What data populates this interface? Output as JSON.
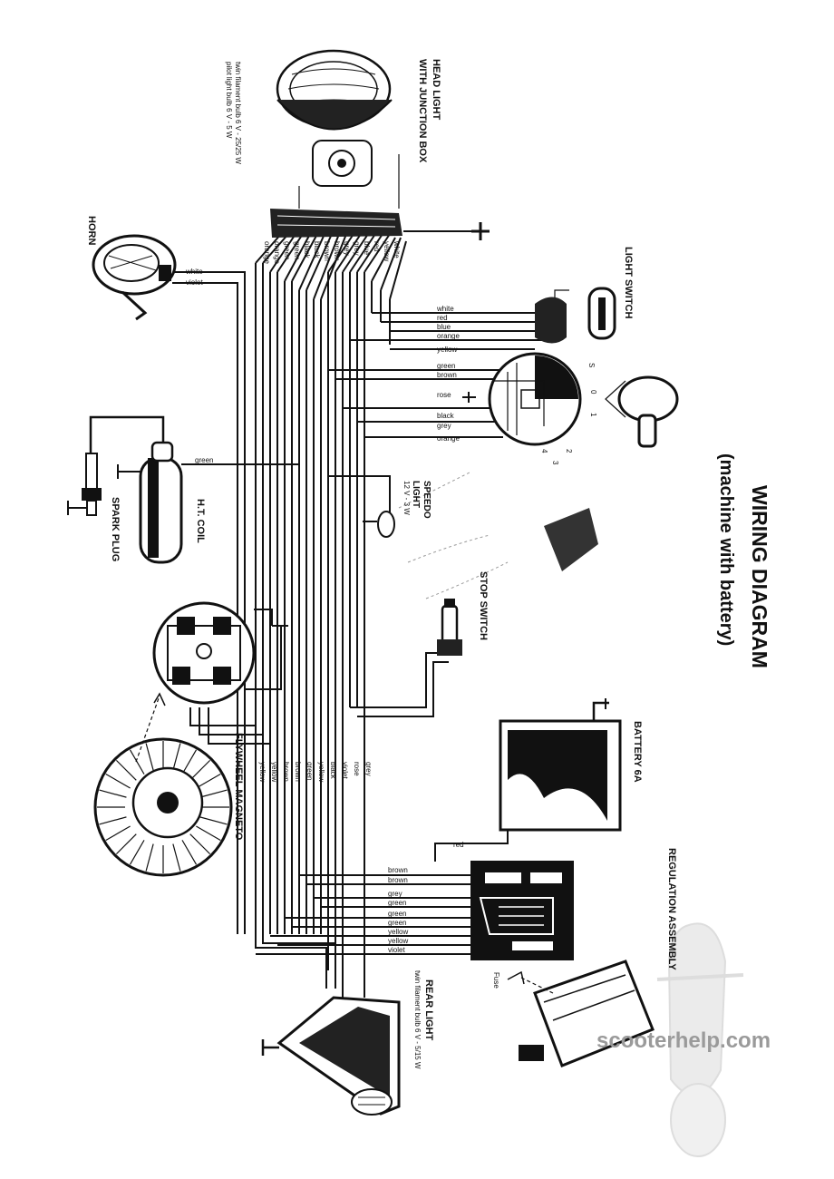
{
  "title": {
    "main": "WIRING DIAGRAM",
    "sub": "(machine with battery)"
  },
  "components": {
    "head_light": {
      "line1": "HEAD LIGHT",
      "line2": "WITH JUNCTION BOX",
      "note1": "twin filament bulb 6 V - 25/25 W",
      "note2": "pilot light bulb 6 V - 5 W"
    },
    "horn": "HORN",
    "light_switch": "LIGHT SWITCH",
    "ht_coil": "H.T. COIL",
    "spark_plug": "SPARK PLUG",
    "speedo_light": {
      "line1": "SPEEDO",
      "line2": "LIGHT",
      "note": "12 V - 3 W"
    },
    "stop_switch": "STOP SWITCH",
    "flywheel_magneto": "FLYWHEEL MAGNETO",
    "battery": "BATTERY 6A",
    "regulation_assembly": "REGULATION ASSEMBLY",
    "fuse": "Fuse",
    "rear_light": {
      "line1": "REAR LIGHT",
      "note": "twin filament bulb 6 V - 5/15 W"
    }
  },
  "switch_terminals": [
    "S",
    "0",
    "1",
    "2",
    "3",
    "4"
  ],
  "wire_labels": {
    "horn": [
      "white",
      "violet"
    ],
    "head_fan": [
      "orange",
      "orange",
      "green",
      "green",
      "black",
      "black",
      "brown",
      "brown",
      "grey",
      "grey",
      "blue",
      "red",
      "yellow",
      "white"
    ],
    "light_switch": [
      "white",
      "red",
      "blue",
      "orange",
      "yellow"
    ],
    "main_switch": [
      "green",
      "brown",
      "rose",
      "black",
      "grey",
      "orange"
    ],
    "coil": "green",
    "magneto_bundle": [
      "yellow",
      "yellow",
      "brown",
      "brown",
      "green",
      "yellow",
      "black",
      "violet",
      "rose",
      "grey"
    ],
    "regulator": [
      "red",
      "brown",
      "brown",
      "grey",
      "green",
      "green",
      "green",
      "yellow",
      "yellow",
      "violet"
    ]
  },
  "watermark": "scooterhelp.com"
}
